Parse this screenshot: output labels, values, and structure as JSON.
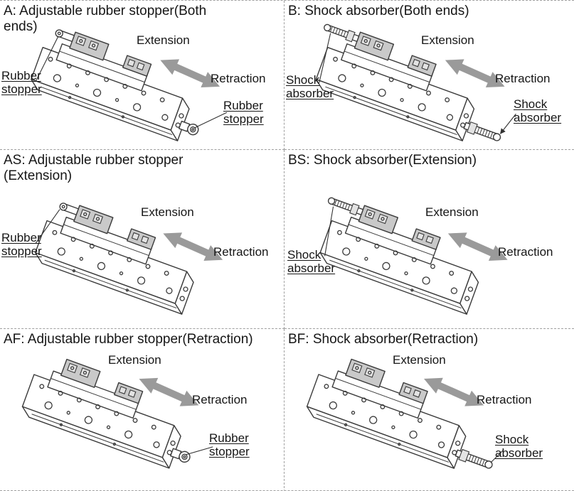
{
  "figure": {
    "line_color": "#3a3a3a",
    "arrow_color": "#9a9a9a"
  },
  "panels": [
    {
      "code": "A",
      "title": "A: Adjustable rubber stopper(Both ends)",
      "extension": "Extension",
      "retraction": "Retraction",
      "component_labels": [
        "Rubber stopper",
        "Rubber stopper"
      ]
    },
    {
      "code": "B",
      "title": "B: Shock absorber(Both ends)",
      "extension": "Extension",
      "retraction": "Retraction",
      "component_labels": [
        "Shock absorber",
        "Shock absorber"
      ]
    },
    {
      "code": "AS",
      "title": "AS: Adjustable rubber stopper (Extension)",
      "extension": "Extension",
      "retraction": "Retraction",
      "component_labels": [
        "Rubber stopper"
      ]
    },
    {
      "code": "BS",
      "title": "BS: Shock absorber(Extension)",
      "extension": "Extension",
      "retraction": "Retraction",
      "component_labels": [
        "Shock absorber"
      ]
    },
    {
      "code": "AF",
      "title": "AF: Adjustable rubber stopper(Retraction)",
      "extension": "Extension",
      "retraction": "Retraction",
      "component_labels": [
        "Rubber stopper"
      ]
    },
    {
      "code": "BF",
      "title": "BF: Shock absorber(Retraction)",
      "extension": "Extension",
      "retraction": "Retraction",
      "component_labels": [
        "Shock absorber"
      ]
    }
  ]
}
